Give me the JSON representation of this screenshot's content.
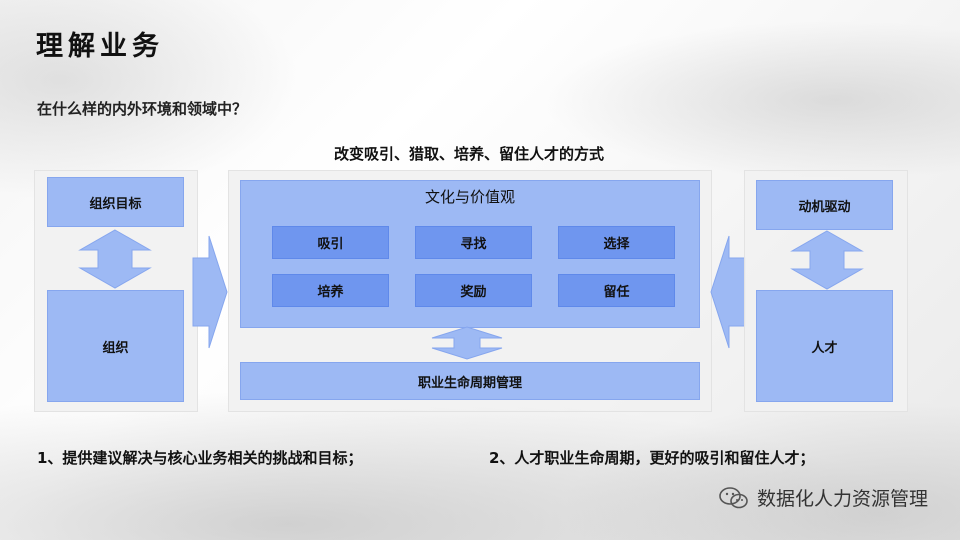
{
  "title": "理解业务",
  "subtitle": "在什么样的内外环境和领域中？",
  "diagram": {
    "heading": "改变吸引、猎取、培养、留住人才的方式",
    "left": {
      "top": "组织目标",
      "bottom": "组织"
    },
    "center": {
      "culture": "文化与价值观",
      "items": [
        "吸引",
        "寻找",
        "选择",
        "培养",
        "奖励",
        "留任"
      ],
      "lifecycle": "职业生命周期管理"
    },
    "right": {
      "top": "动机驱动",
      "bottom": "人才"
    }
  },
  "footer": {
    "point1": "1、提供建议解决与核心业务相关的挑战和目标；",
    "point2": "2、人才职业生命周期，更好的吸引和留住人才；"
  },
  "watermark": "数据化人力资源管理",
  "colors": {
    "light_box": "#9db9f4",
    "mid_box": "#6f96ef",
    "panel": "#f1f1f1"
  }
}
